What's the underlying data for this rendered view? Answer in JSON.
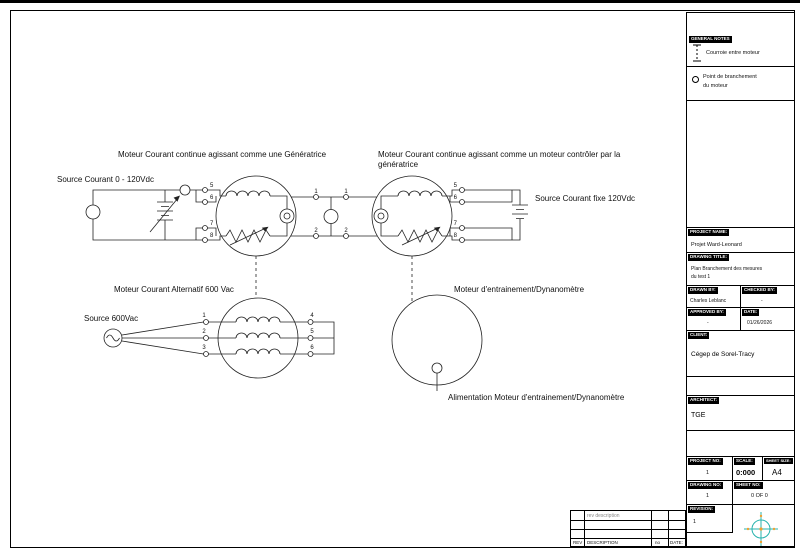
{
  "schematic": {
    "labels": {
      "dc_generator": "Moteur Courant continue agissant comme une Génératrice",
      "dc_motor_line1": "Moteur Courant continue agissant comme un moteur contrôler par la",
      "dc_motor_line2": "génératrice",
      "source_variable": "Source Courant  0 - 120Vdc",
      "source_fixed": "Source Courant fixe 120Vdc",
      "ac_motor": "Moteur Courant Alternatif 600 Vac",
      "source_600": "Source 600Vac",
      "dyno": "Moteur d'entrainement/Dynanomètre",
      "dyno_supply": "Alimentation Moteur d'entrainement/Dynanomètre"
    },
    "terminals": {
      "gen_left": [
        "5",
        "6",
        "7",
        "8"
      ],
      "motor_right": [
        "5",
        "6",
        "7",
        "8"
      ],
      "link_top": [
        "1",
        "1"
      ],
      "link_bottom": [
        "2",
        "2"
      ],
      "ac_in": [
        "1",
        "2",
        "3"
      ],
      "ac_out": [
        "4",
        "5",
        "6"
      ]
    }
  },
  "titleblock": {
    "general_notes": "GENERAL NOTES",
    "note_belt": "Courroie entre moteur",
    "note_point_l1": "Point de branchement",
    "note_point_l2": "du moteur",
    "project_name_label": "PROJECT NAME:",
    "project_name": "Projet Ward-Leonard",
    "drawing_title_label": "DRAWING TITLE:",
    "drawing_title_l1": "Plan Branchement des mesures",
    "drawing_title_l2": "du test 1",
    "drawn_by_label": "DRAWN BY:",
    "drawn_by": "Charles Leblanc",
    "checked_by_label": "CHECKED BY:",
    "checked_by": "-",
    "approved_by_label": "APPROVED BY:",
    "approved_by": "-",
    "date_label": "DATE:",
    "date": "01/26/2026",
    "client_label": "CLIENT:",
    "client": "Cégep de Sorel-Tracy",
    "architect_label": "ARCHITECT:",
    "architect": "TGE",
    "project_no_label": "PROJECT NO:",
    "project_no": "1",
    "scale_label": "SCALE:",
    "scale": "0:000",
    "sheet_size_label": "SHEET SIZE:",
    "sheet_size": "A4",
    "drawing_no_label": "DRAWING NO:",
    "drawing_no": "1",
    "sheet_no_label": "SHEET NO:",
    "sheet_no": "0 OF 0",
    "revision_label": "REVISION:",
    "revision": "1"
  },
  "revtable": {
    "watermark": "rev  description",
    "rev": "REV",
    "description": "DESCRIPTION",
    "no": "no",
    "date": "DATE:"
  }
}
